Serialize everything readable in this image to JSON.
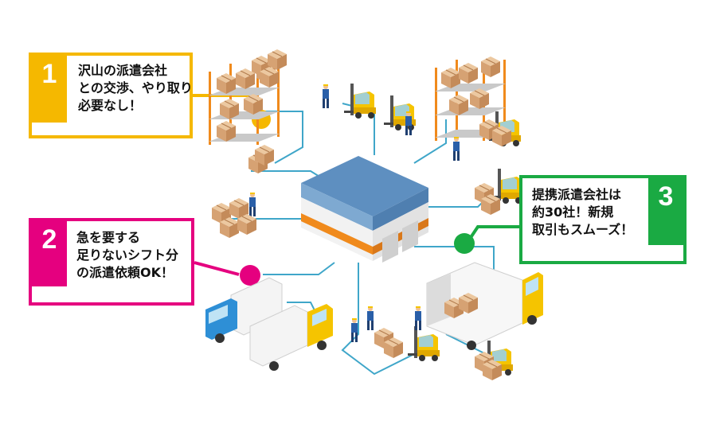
{
  "callouts": [
    {
      "number": "1",
      "lines": [
        "沢山の派遣会社",
        "との交渉、やり取り",
        "必要なし！"
      ],
      "color": "#f5b800"
    },
    {
      "number": "2",
      "lines": [
        "急を要する",
        "足りないシフト分",
        "の派遣依頼OK！"
      ],
      "color": "#e5007f"
    },
    {
      "number": "3",
      "lines": [
        "提携派遣会社は",
        "約30社！新規",
        "取引もスムーズ！"
      ],
      "color": "#1aaa43"
    }
  ],
  "colors": {
    "connector": "#3fa6c9",
    "warehouse_roof": "#6b9cc8",
    "warehouse_stripe": "#f08a1c",
    "forklift": "#f5c400",
    "box": "#d9a87a"
  },
  "icons": [
    "warehouse-icon",
    "forklift-icon",
    "truck-icon",
    "shelf-icon",
    "box-stack-icon",
    "worker-icon",
    "pallet-icon"
  ]
}
